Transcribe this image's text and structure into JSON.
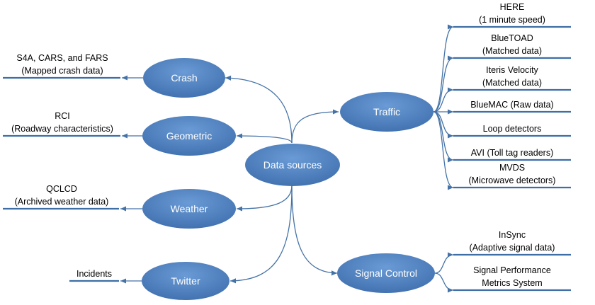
{
  "colors": {
    "node_fill": "#4f81bd",
    "node_fill_light": "#5b8fd0",
    "node_fill_dark": "#3a6aa8",
    "underline": "#3e6ea6",
    "connector": "#4472a6"
  },
  "nodes": {
    "center": "Data sources",
    "crash": "Crash",
    "geometric": "Geometric",
    "weather": "Weather",
    "twitter": "Twitter",
    "traffic": "Traffic",
    "signal": "Signal Control"
  },
  "left_leaves": {
    "crash": {
      "line1": "S4A, CARS, and FARS",
      "line2": "(Mapped crash data)"
    },
    "geometric": {
      "line1": "RCI",
      "line2": "(Roadway characteristics)"
    },
    "weather": {
      "line1": "QCLCD",
      "line2": "(Archived weather data)"
    },
    "twitter": {
      "line1": "Incidents"
    }
  },
  "traffic_leaves": {
    "here": {
      "line1": "HERE",
      "line2": "(1 minute speed)"
    },
    "bluetoad": {
      "line1": "BlueTOAD",
      "line2": "(Matched data)"
    },
    "iteris": {
      "line1": "Iteris Velocity",
      "line2": "(Matched data)"
    },
    "bluemac": {
      "line1": "BlueMAC (Raw data)"
    },
    "loop": {
      "line1": "Loop detectors"
    },
    "avi": {
      "line1": "AVI (Toll tag readers)"
    },
    "mvds": {
      "line1": "MVDS",
      "line2": "(Microwave detectors)"
    }
  },
  "signal_leaves": {
    "insync": {
      "line1": "InSync",
      "line2": "(Adaptive signal data)"
    },
    "spm": {
      "line1": "Signal Performance",
      "line2": "Metrics System"
    }
  }
}
